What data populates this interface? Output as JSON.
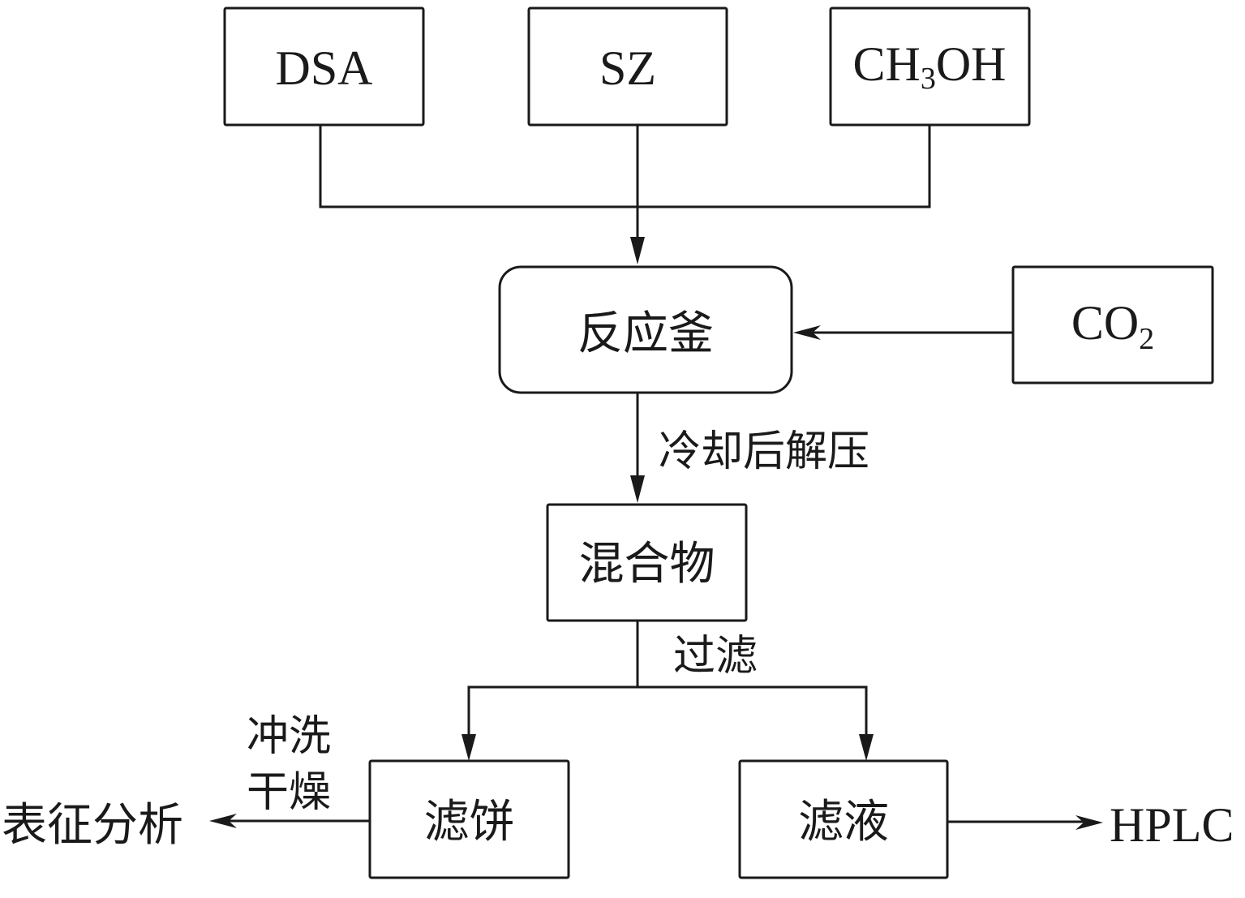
{
  "title": "DSA/SZ/CH3OH/CO2 reaction and separation process flow",
  "colors": {
    "stroke": "#1a1a1a",
    "background": "#ffffff"
  },
  "nodes": {
    "dsa": {
      "label": "DSA"
    },
    "sz": {
      "label": "SZ"
    },
    "methanol": {
      "label_main": "CH",
      "label_sub": "3",
      "label_tail": "OH"
    },
    "reactor": {
      "label": "反应釜"
    },
    "co2": {
      "label_main": "CO",
      "label_sub": "2"
    },
    "mixture": {
      "label": "混合物"
    },
    "filter_cake": {
      "label": "滤饼"
    },
    "filtrate": {
      "label": "滤液"
    },
    "characterization": {
      "label": "表征分析"
    },
    "hplc": {
      "label": "HPLC"
    }
  },
  "edges": {
    "cool_depressurize": {
      "label": "冷却后解压"
    },
    "filtration": {
      "label": "过滤"
    },
    "wash": {
      "label": "冲洗"
    },
    "dry": {
      "label": "干燥"
    }
  }
}
